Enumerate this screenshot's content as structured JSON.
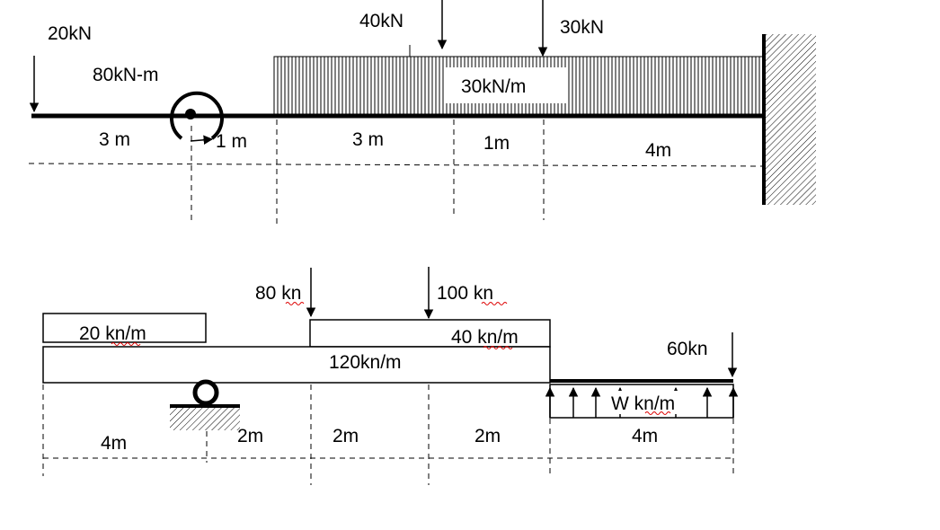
{
  "top_beam": {
    "load_20kN": "20kN",
    "moment": "80kN-m",
    "load_40kN": "40kN",
    "load_30kN": "30kN",
    "udl": "30kN/m",
    "dims": [
      "3 m",
      "1 m",
      "3 m",
      "1m",
      "4m"
    ]
  },
  "bottom_beam": {
    "load_80": "80 kn",
    "load_100": "100 kn",
    "load_60": "60kn",
    "udl_20": "20 kn/m",
    "udl_40": "40 kn/m",
    "udl_120": "120kn/m",
    "udl_w": "W  kn/m",
    "dims": [
      "4m",
      "2m",
      "2m",
      "2m",
      "4m"
    ]
  }
}
